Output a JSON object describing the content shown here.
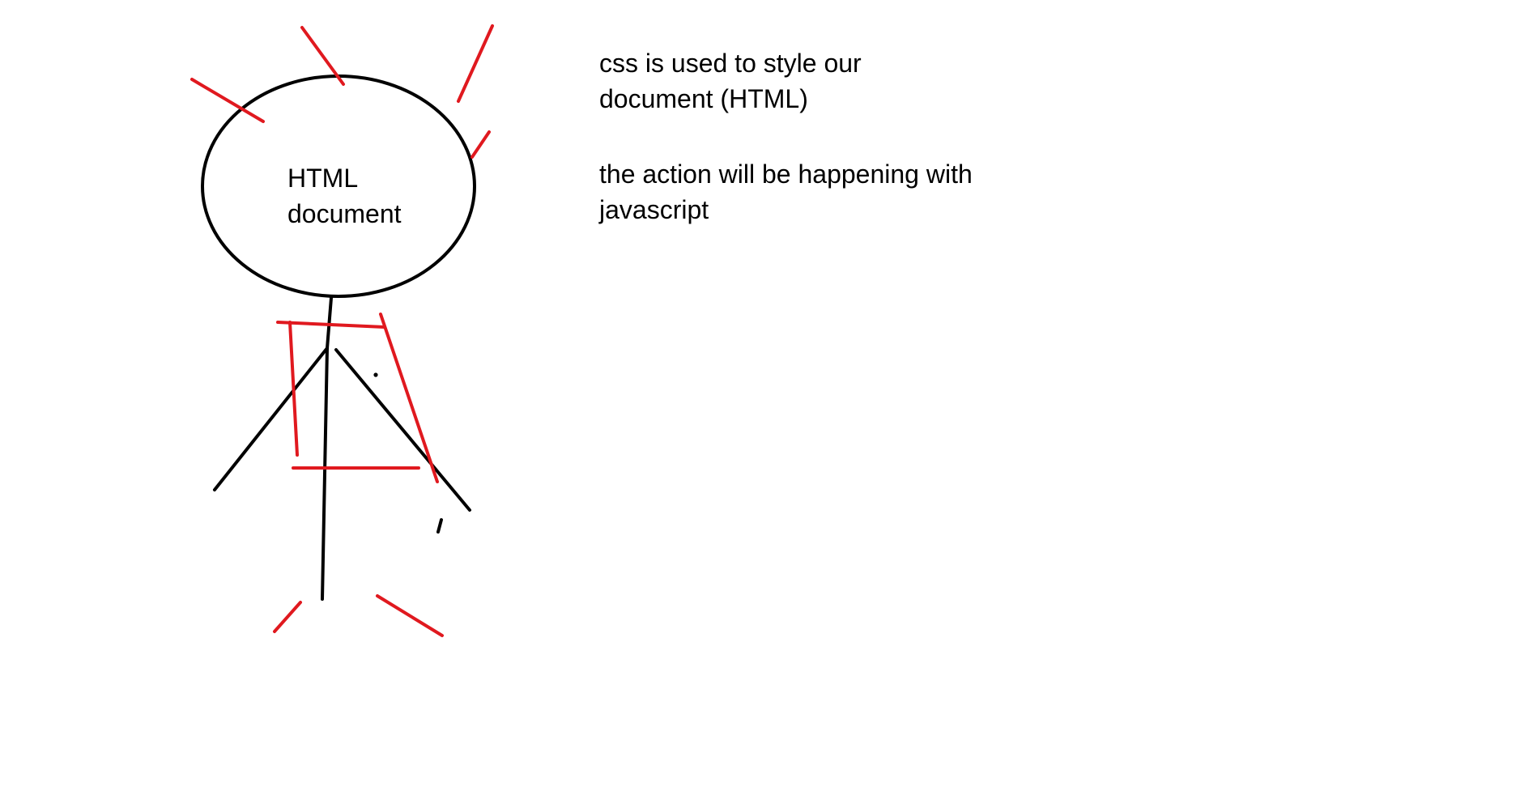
{
  "figure": {
    "head_label": "HTML\ndocument",
    "notes": [
      "css is used to style our\ndocument (HTML)",
      "the action will be happening with\njavascript"
    ]
  },
  "colors": {
    "background": "#ffffff",
    "html_structure_ink": "#000000",
    "css_style_ink": "#e0191f",
    "text": "#000000"
  }
}
